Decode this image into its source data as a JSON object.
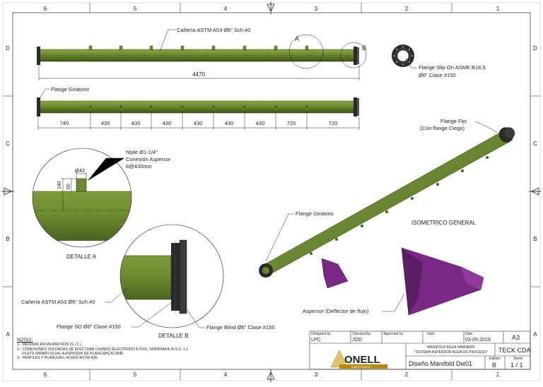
{
  "frame": {
    "cols_top": [
      "6",
      "5",
      "4",
      "3",
      "2",
      "1"
    ],
    "cols_bottom": [
      "6",
      "5",
      "4",
      "3",
      "2",
      "1"
    ],
    "rows": [
      "D",
      "C",
      "B",
      "A"
    ]
  },
  "top_view": {
    "pipe_label": "Cañería ASTM A53 Ø6\" Sch.40",
    "length_dim": "4470",
    "detail_a_marker": "A",
    "detail_b_marker": "B",
    "flange_label_line1": "Flange Slip-On ASME B16,5",
    "flange_label_line2": "Ø6\" Clase #150"
  },
  "side_view": {
    "flange_label": "Flange Giratorio",
    "dims": [
      "740",
      "430",
      "430",
      "430",
      "430",
      "430",
      "430",
      "720"
    ]
  },
  "detail_a": {
    "nipple_line1": "Niple Ø1-1/4\"",
    "nipple_line2": "Conexión Aspersor",
    "nipple_line3": "8@430mm",
    "dim_diameter": "Ø42",
    "dim_height": "140",
    "dim_inner": "60",
    "title": "DETALLE A"
  },
  "detail_b": {
    "pipe_label": "Cañería ASTM A53 Ø6\" Sch.40",
    "flange_so_label": "Flange SO Ø6\" Clase #150",
    "flange_blind_label": "Flange Blind Ø6\" Clase #150",
    "title": "DETALLE B"
  },
  "iso": {
    "fixed_flange_line1": "Flange Fijo",
    "fixed_flange_line2": "(Con flange Ciego)",
    "swivel_flange": "Flange Giratorio",
    "title": "ISOMETRICO GENERAL",
    "sprinkler_label": "Aspersor (Deflector de flujo)"
  },
  "notes": {
    "heading": "NOTAS:",
    "lines": [
      "1.- MEDIDAS EN MILIMETROS (S.I.C.).",
      "2.- CONEXIONES SOLDADAS SE EFECTUAN USANDO ELECTRODO E70XX, S/NORMA A.W.S.D. 1,1",
      "     FILETE MINIMO IGUAL A ESPESOR DE PLANCHAS A UNIR.",
      "3.- PERFILES Y PLANCHAS, ACERO ASTM A36."
    ]
  },
  "title_block": {
    "designed_by_label": "Designed by",
    "designed_by": "LPC",
    "checked_by_label": "Checked by",
    "checked_by": "JOD",
    "approved_by_label": "Approved by",
    "date_label": "Date",
    "date2_label": "Date",
    "date": "03-05-2019",
    "size": "A3",
    "title_line1": "MANIFOLD AGUA HARNERO",
    "title_line2": "\"SISTEMA ASPERSOR AGUA DE PROCESO\"",
    "company": "TECK CDA",
    "drawing_name": "Diseño Manifold Dw01",
    "edition_label": "Edition",
    "edition": "B",
    "sheet_label": "Sheet",
    "sheet": "1 / 1",
    "logo_main": "ONELL",
    "logo_sub": "MAESTRANZA"
  },
  "colors": {
    "pipe": "#6b8a2e",
    "pipe_dark": "#3f5518",
    "deflector": "#7a2a86",
    "flange": "#2a2a2a"
  }
}
